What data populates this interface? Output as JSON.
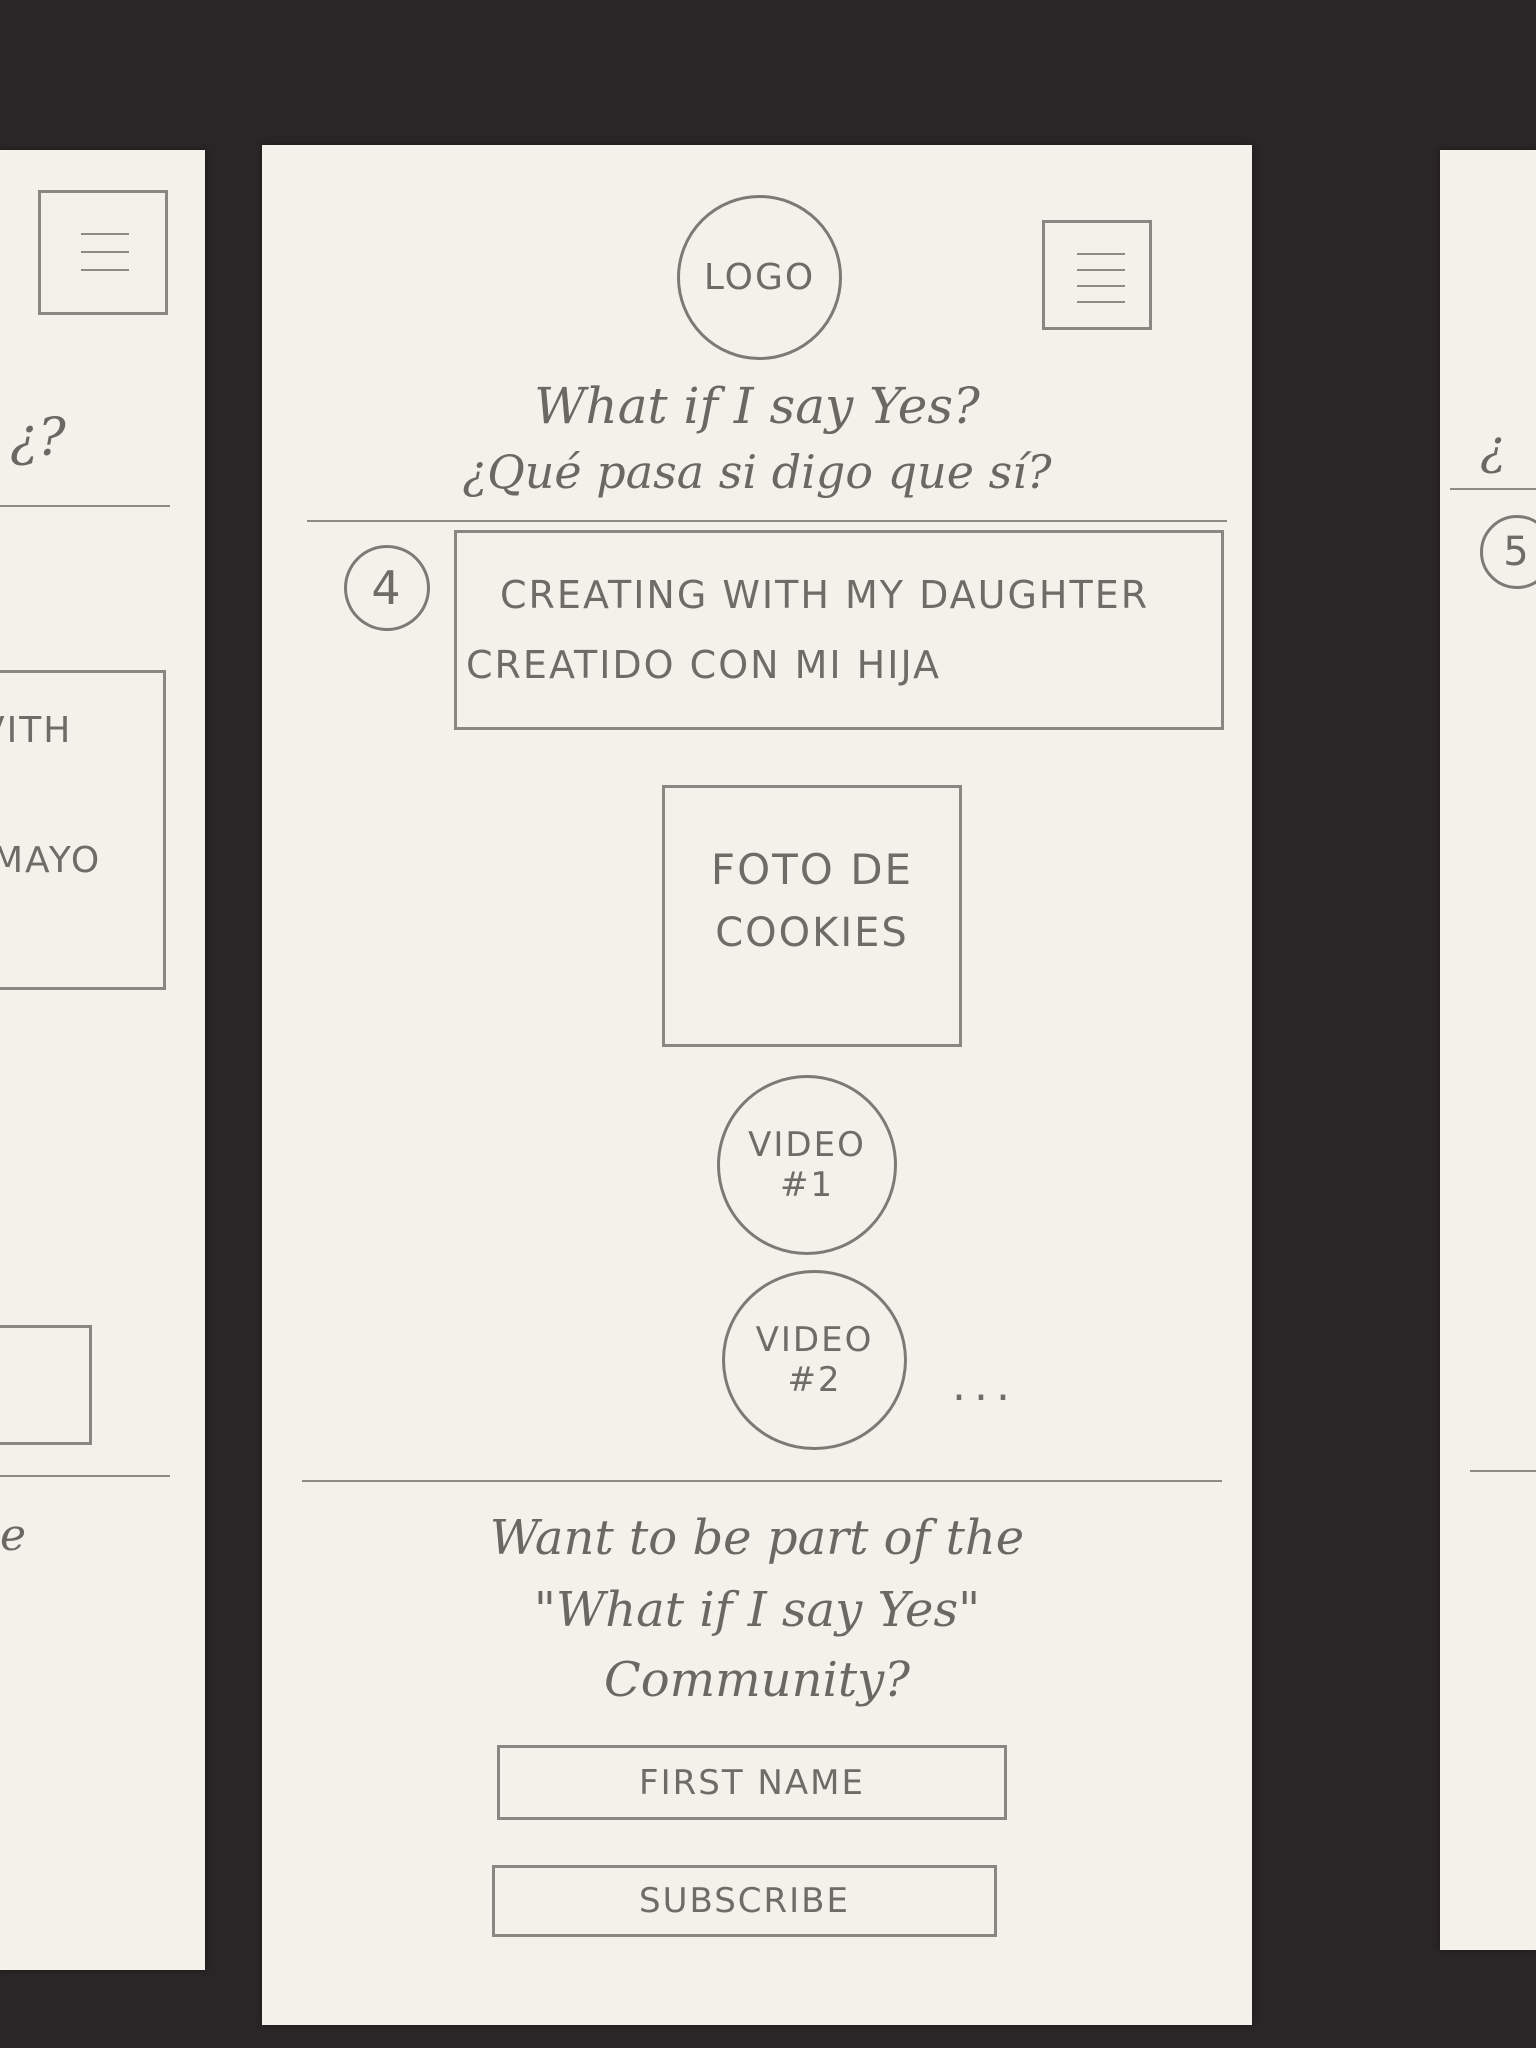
{
  "header": {
    "logo": "LOGO",
    "title_en": "What if I say Yes?",
    "title_es": "¿Qué pasa si digo que sí?"
  },
  "section": {
    "number": "4",
    "heading_en": "CREATING WITH MY DAUGHTER",
    "heading_es": "CREATIDO CON MI HIJA"
  },
  "photo": {
    "label_line1": "FOTO DE",
    "label_line2": "COOKIES"
  },
  "videos": [
    {
      "line1": "VIDEO",
      "line2": "#1"
    },
    {
      "line1": "VIDEO",
      "line2": "#2"
    }
  ],
  "more": "...",
  "signup": {
    "line1": "Want to be part of the",
    "line2": "\"What if I say Yes\"",
    "line3": "Community?",
    "first_name_placeholder": "FIRST NAME",
    "subscribe_label": "SUBSCRIBE"
  },
  "left_sheet": {
    "title_tail": "¿?",
    "mid_line1": "VITH",
    "mid_line2": "MAYO",
    "footer_tail": "e"
  },
  "right_sheet": {
    "title_tail": "¿",
    "section_number": "5"
  }
}
